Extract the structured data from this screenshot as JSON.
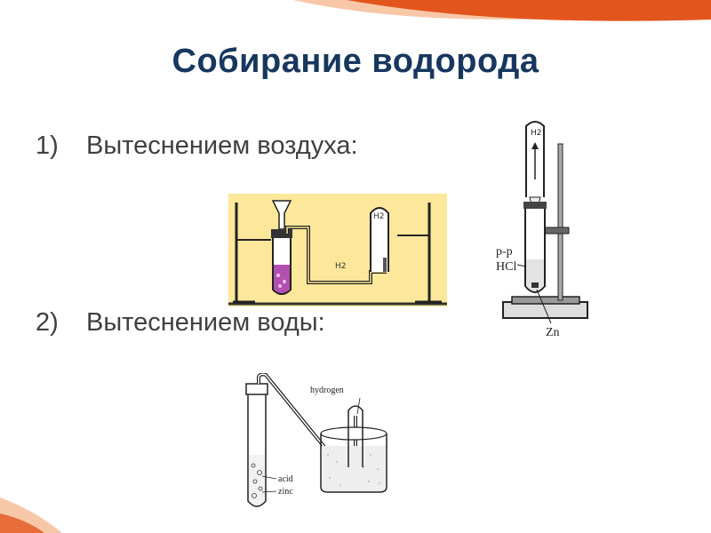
{
  "slide": {
    "title": "Собирание водорода",
    "items": [
      {
        "number": "1)",
        "text": "Вытеснением воздуха:"
      },
      {
        "number": "2)",
        "text": "Вытеснением воды:"
      }
    ]
  },
  "colors": {
    "title": "#17375e",
    "body_text": "#404040",
    "accent_orange": "#e2561e",
    "figure_bg": "#fce79a"
  },
  "figures": {
    "air_displacement": {
      "gas_label": "H2",
      "tube_label": "H2"
    },
    "stand_apparatus": {
      "gas_label": "H2",
      "solution_label": "р-р",
      "acid_label": "HCl",
      "metal_label": "Zn"
    },
    "water_displacement": {
      "gas_label": "hydrogen",
      "acid_label": "acid",
      "metal_label": "zinc"
    }
  }
}
